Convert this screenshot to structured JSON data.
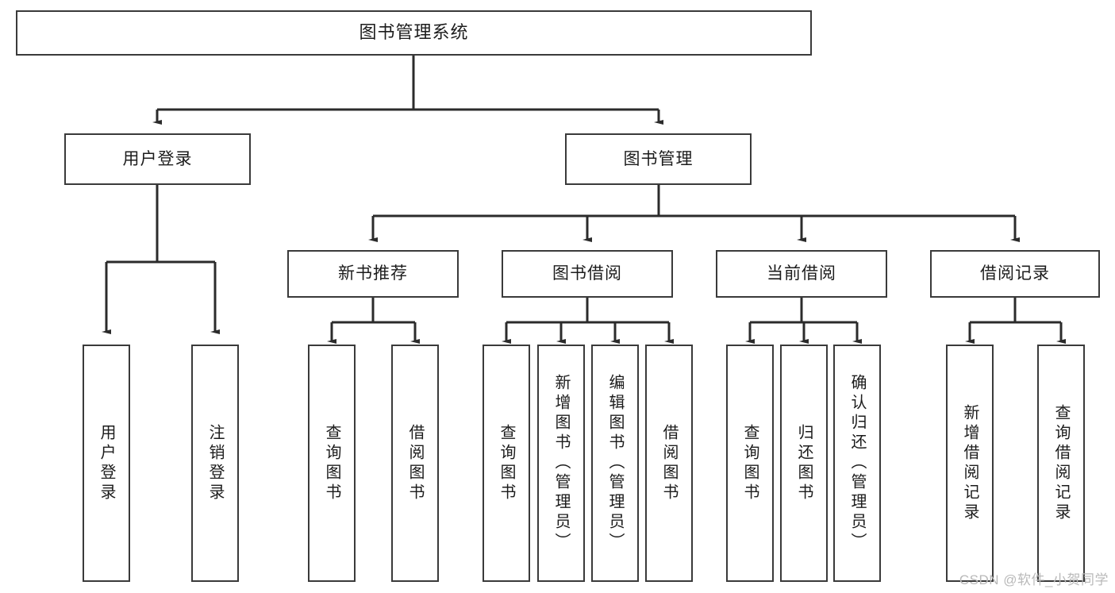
{
  "diagram": {
    "title": "图书管理系统",
    "watermark": "CSDN @软件_小贺同学",
    "line_color": "#2b2b2b",
    "box_border_color": "#3a3a3a",
    "background": "#ffffff",
    "root": {
      "label": "图书管理系统"
    },
    "level2": [
      {
        "label": "用户登录"
      },
      {
        "label": "图书管理"
      }
    ],
    "level3": [
      {
        "label": "新书推荐"
      },
      {
        "label": "图书借阅"
      },
      {
        "label": "当前借阅"
      },
      {
        "label": "借阅记录"
      }
    ],
    "leaves": {
      "user_login": [
        {
          "label": "用户登录"
        },
        {
          "label": "注销登录"
        }
      ],
      "new_book": [
        {
          "label": "查询图书"
        },
        {
          "label": "借阅图书"
        }
      ],
      "book_borrow": [
        {
          "label": "查询图书"
        },
        {
          "label": "新增图书（管理员）"
        },
        {
          "label": "编辑图书（管理员）"
        },
        {
          "label": "借阅图书"
        }
      ],
      "current_borrow": [
        {
          "label": "查询图书"
        },
        {
          "label": "归还图书"
        },
        {
          "label": "确认归还（管理员）"
        }
      ],
      "borrow_record": [
        {
          "label": "新增借阅记录"
        },
        {
          "label": "查询借阅记录"
        }
      ]
    }
  }
}
